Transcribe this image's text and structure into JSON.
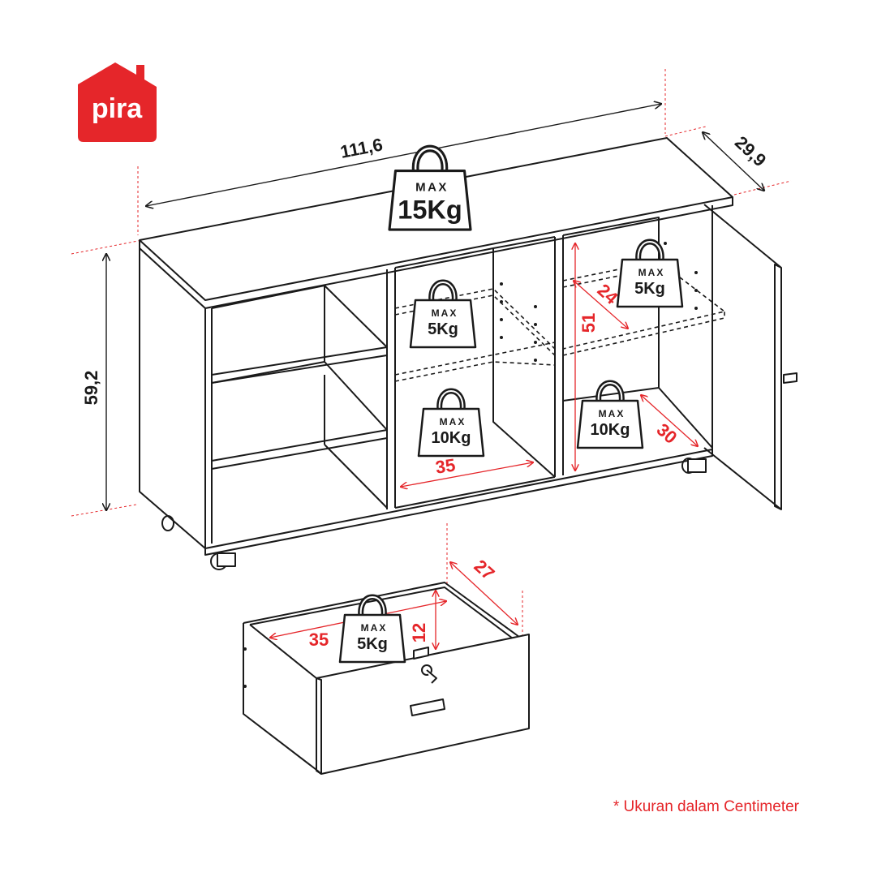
{
  "brand": {
    "name": "pira",
    "color": "#e5262a"
  },
  "dimensions": {
    "width": "111,6",
    "depth": "29,9",
    "height": "59,2",
    "shelf_width": "35",
    "inner_height": "51",
    "shelf_depth_upper": "24",
    "shelf_depth_lower": "30",
    "drawer_depth": "27",
    "drawer_width": "35",
    "drawer_height": "12"
  },
  "weights": {
    "top": {
      "max": "MAX",
      "value": "15Kg"
    },
    "middle_upper": {
      "max": "MAX",
      "value": "5Kg"
    },
    "middle_lower": {
      "max": "MAX",
      "value": "10Kg"
    },
    "right_upper": {
      "max": "MAX",
      "value": "5Kg"
    },
    "right_lower": {
      "max": "MAX",
      "value": "10Kg"
    },
    "drawer": {
      "max": "MAX",
      "value": "5Kg"
    }
  },
  "footnote": "* Ukuran dalam Centimeter",
  "colors": {
    "accent": "#e5262a",
    "line": "#1a1a1a"
  }
}
